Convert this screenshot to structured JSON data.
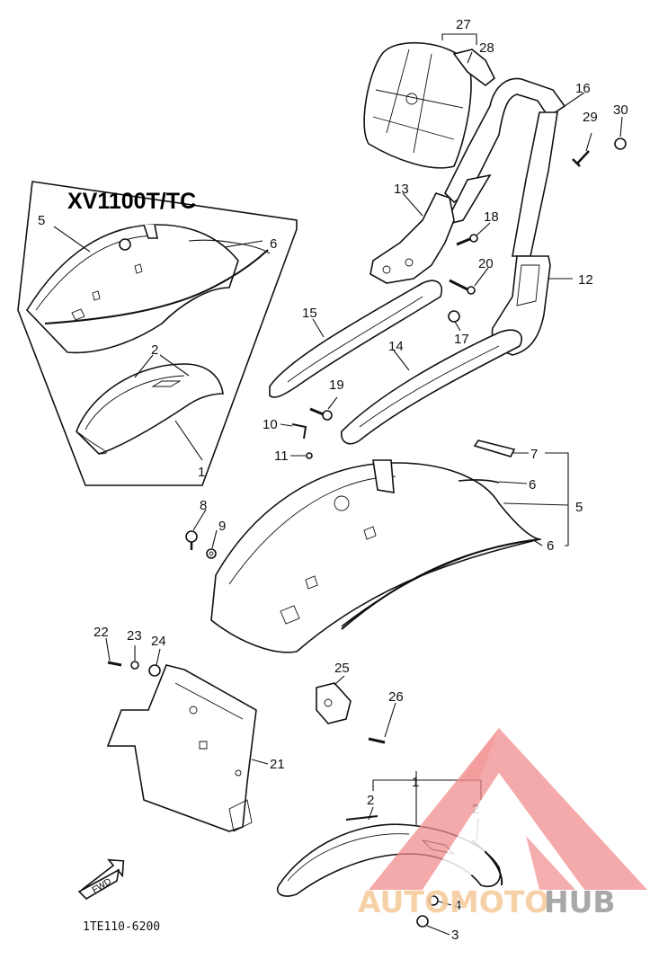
{
  "diagram": {
    "inset_title": "XV1100T/TC",
    "catalog_code": "1TE110-6200",
    "fwd_label": "FWD",
    "watermark": {
      "part1": "AUTOMOTO",
      "part2": "HUB"
    },
    "inset_labels": [
      "5",
      "6",
      "2",
      "1"
    ],
    "part_numbers": [
      "1",
      "2",
      "2",
      "3",
      "4",
      "5",
      "6",
      "6",
      "7",
      "8",
      "9",
      "10",
      "11",
      "12",
      "13",
      "14",
      "15",
      "16",
      "17",
      "18",
      "19",
      "20",
      "21",
      "22",
      "23",
      "24",
      "25",
      "26",
      "27",
      "28",
      "29",
      "30"
    ]
  }
}
